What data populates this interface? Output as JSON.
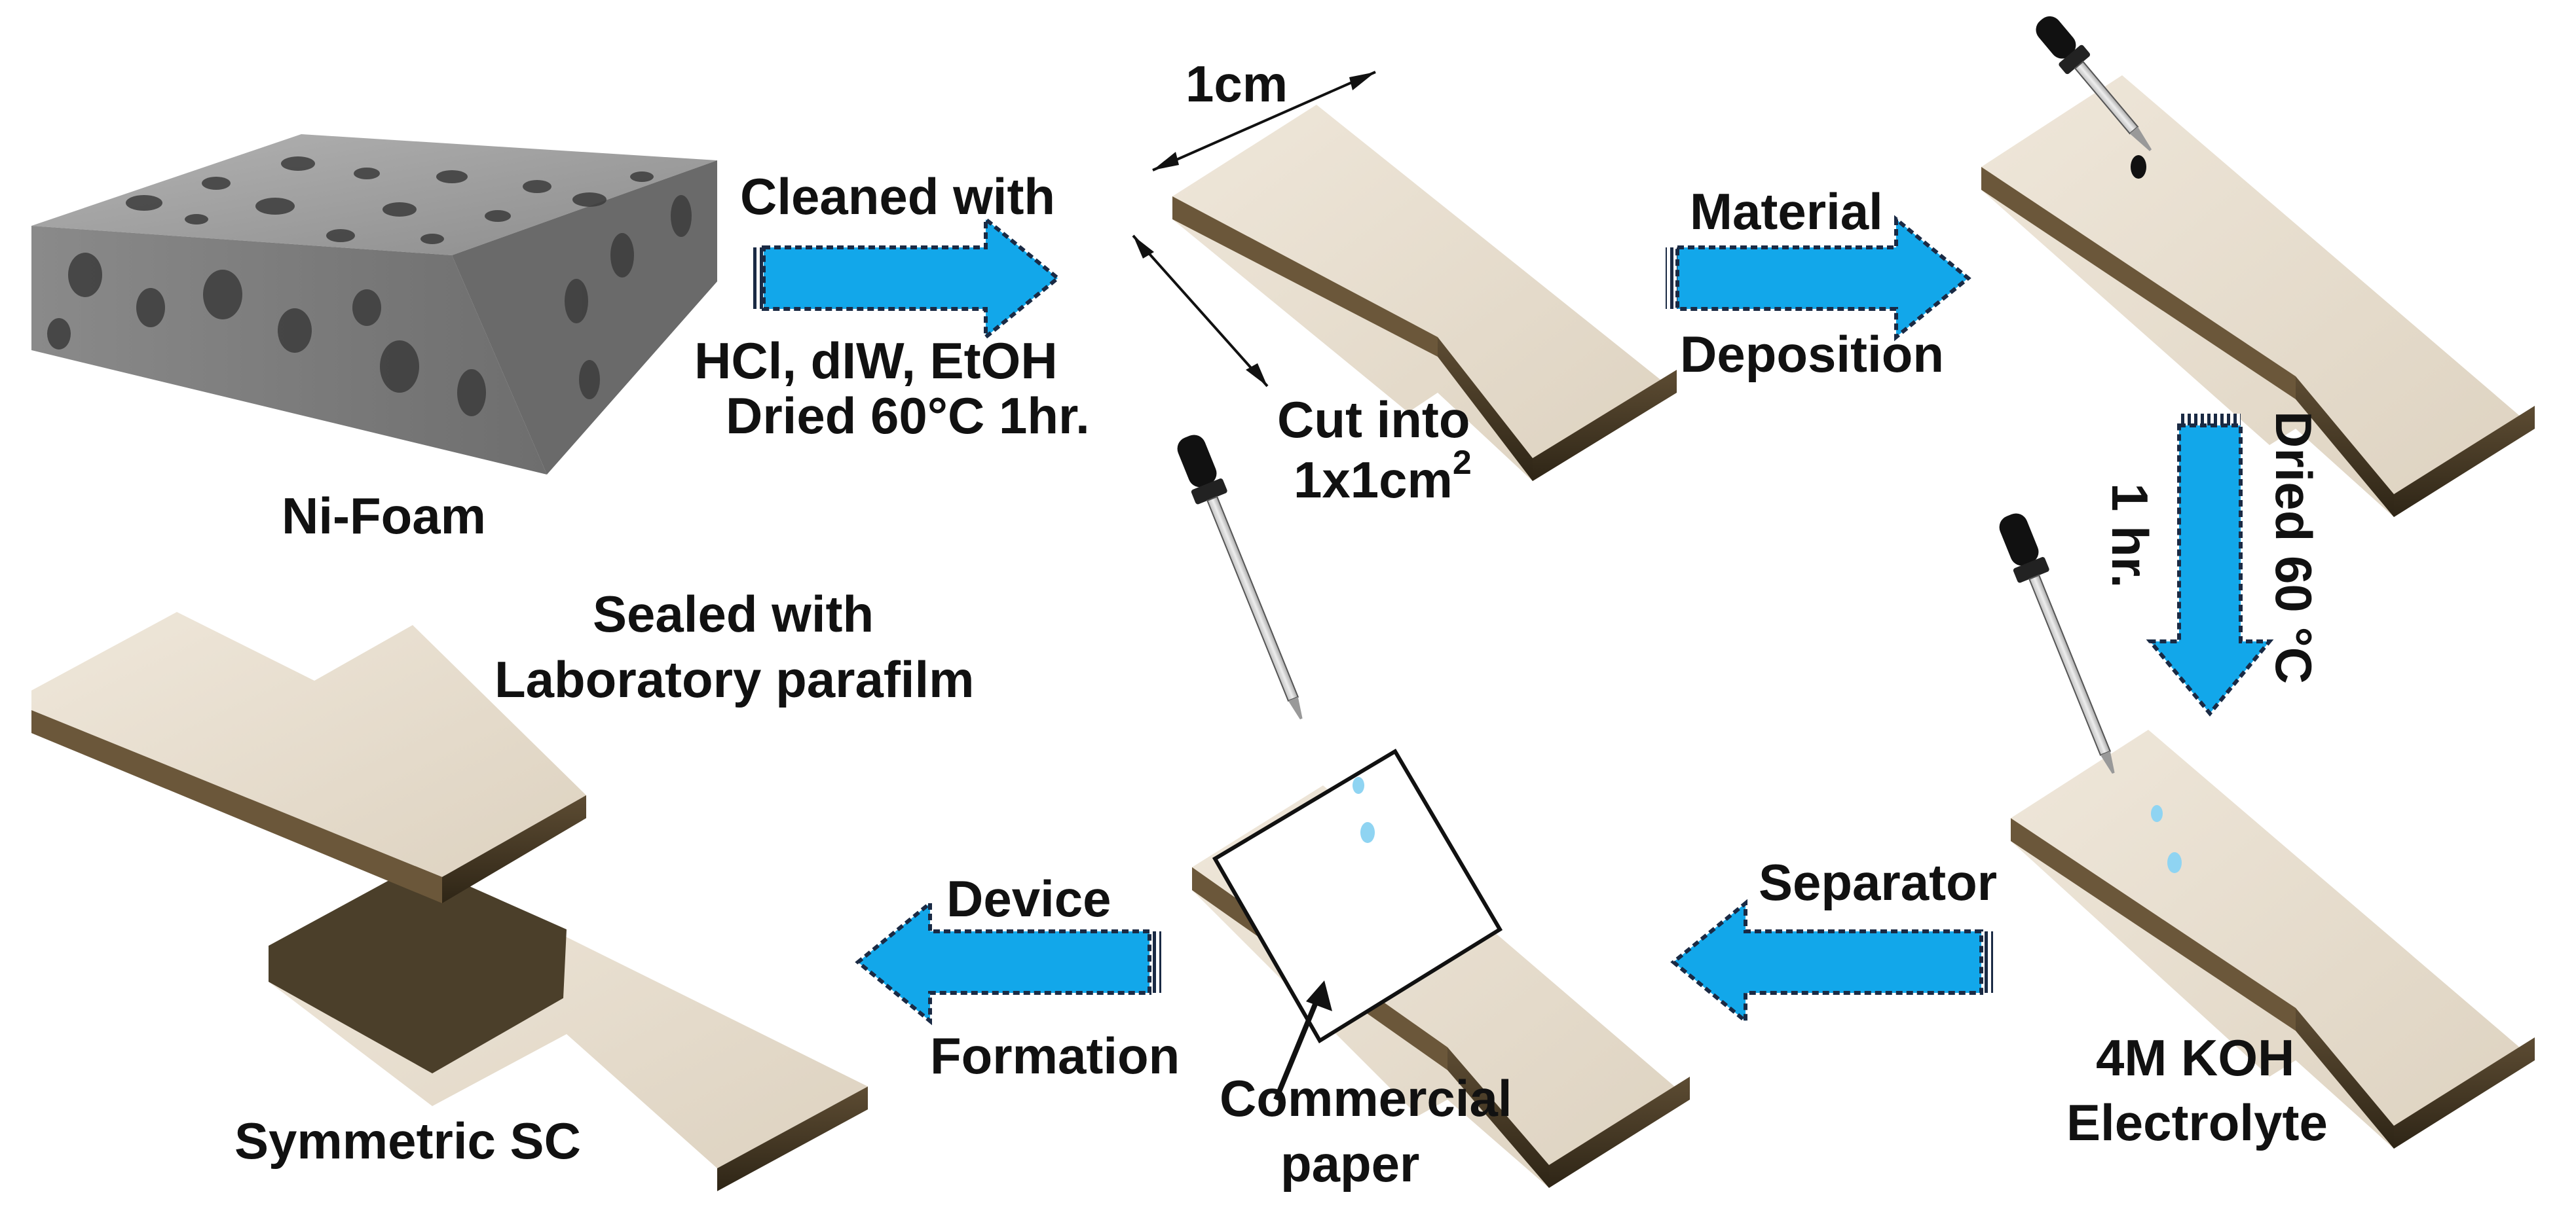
{
  "labels": {
    "ni_foam": "Ni-Foam",
    "cleaned_top": "Cleaned with",
    "cleaned_bottom1": "HCl, dIW, EtOH",
    "cleaned_bottom2": "Dried 60°C 1hr.",
    "dim_width": "1cm",
    "cut_into": "Cut into",
    "cut_size": "1x1cm",
    "cut_exp": "2",
    "material": "Material",
    "deposition": "Deposition",
    "dried_60": "Dried 60 °C",
    "one_hr": "1 hr.",
    "koh_line1": "4M KOH",
    "koh_line2": "Electrolyte",
    "separator": "Separator",
    "commercial": "Commercial",
    "paper": "paper",
    "device": "Device",
    "formation": "Formation",
    "sealed_line1": "Sealed with",
    "sealed_line2": "Laboratory parafilm",
    "symmetric_sc": "Symmetric SC"
  },
  "colors": {
    "arrow_fill": "#12a7ea",
    "arrow_border": "#1a2a44",
    "electrode_top": "#e8dfd0",
    "electrode_side": "#4d3f2a",
    "foam_top": "#9a9a9a",
    "foam_side": "#7c7c7c",
    "droplet": "#8fd4f2",
    "dropper_bulb": "#111111"
  }
}
